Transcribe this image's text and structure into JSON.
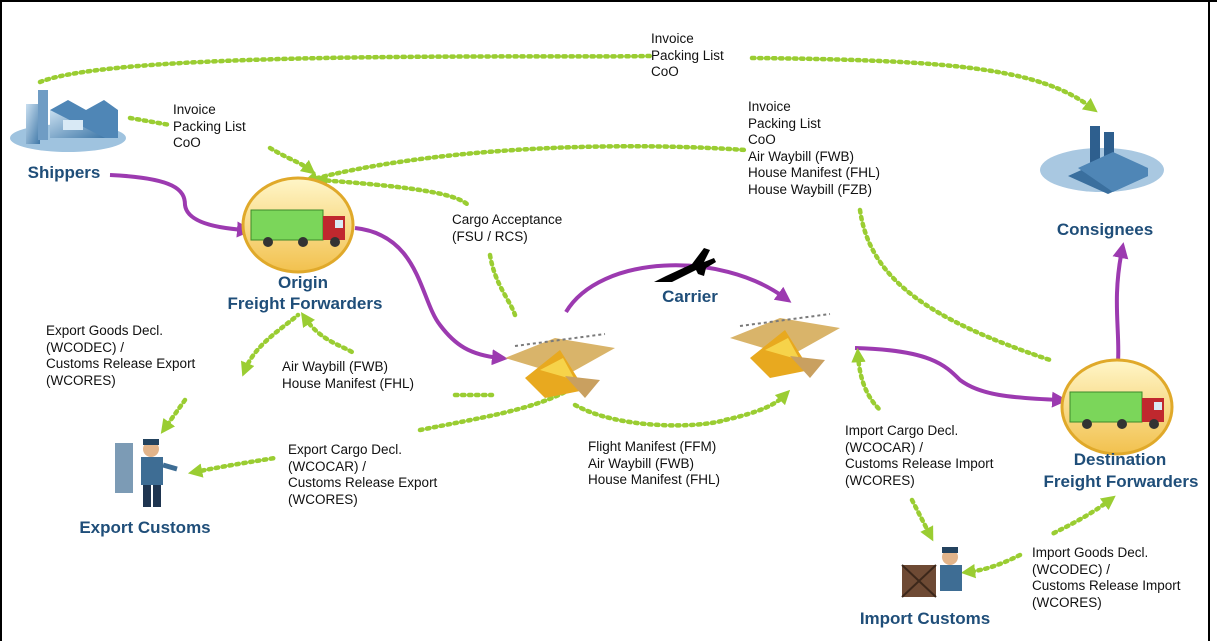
{
  "nodes": {
    "shippers": "Shippers",
    "consignees": "Consignees",
    "origin_ff_line1": "Origin",
    "origin_ff_line2": "Freight Forwarders",
    "carrier": "Carrier",
    "dest_ff_line1": "Destination",
    "dest_ff_line2": "Freight Forwarders",
    "export_customs": "Export Customs",
    "import_customs": "Import Customs"
  },
  "messages": {
    "shipper_to_consignee": "Invoice\nPacking List\nCoO",
    "shipper_to_origin": "Invoice\nPacking List\nCoO",
    "origin_to_destination": "Invoice\nPacking List\nCoO\nAir Waybill (FWB)\nHouse Manifest (FHL)\nHouse Waybill (FZB)",
    "cargo_acceptance": "Cargo Acceptance\n(FSU / RCS)",
    "export_goods_decl": "Export Goods Decl.\n(WCODEC) /\nCustoms Release Export\n(WCORES)",
    "origin_to_airport": "Air Waybill (FWB)\nHouse Manifest (FHL)",
    "export_cargo_decl": "Export Cargo Decl.\n(WCOCAR) /\nCustoms Release Export\n(WCORES)",
    "flight_manifest": "Flight Manifest (FFM)\nAir Waybill (FWB)\nHouse Manifest (FHL)",
    "import_cargo_decl": "Import Cargo Decl.\n(WCOCAR) /\nCustoms Release Import\n(WCORES)",
    "import_goods_decl": "Import Goods Decl.\n(WCODEC) /\nCustoms Release Import\n(WCORES)"
  },
  "colors": {
    "label_blue": "#1f4e79",
    "cargo_flow": "#9c3ab0",
    "document_flow": "#9acd32"
  },
  "icons": {
    "shippers": "factory-icon",
    "consignees": "factory-icon",
    "origin_ff": "truck-icon",
    "destination_ff": "truck-icon",
    "carrier": "airplane-icon",
    "origin_airport": "airport-terminal-icon",
    "destination_airport": "airport-terminal-icon",
    "export_customs": "customs-officer-icon",
    "import_customs": "customs-officer-icon"
  }
}
